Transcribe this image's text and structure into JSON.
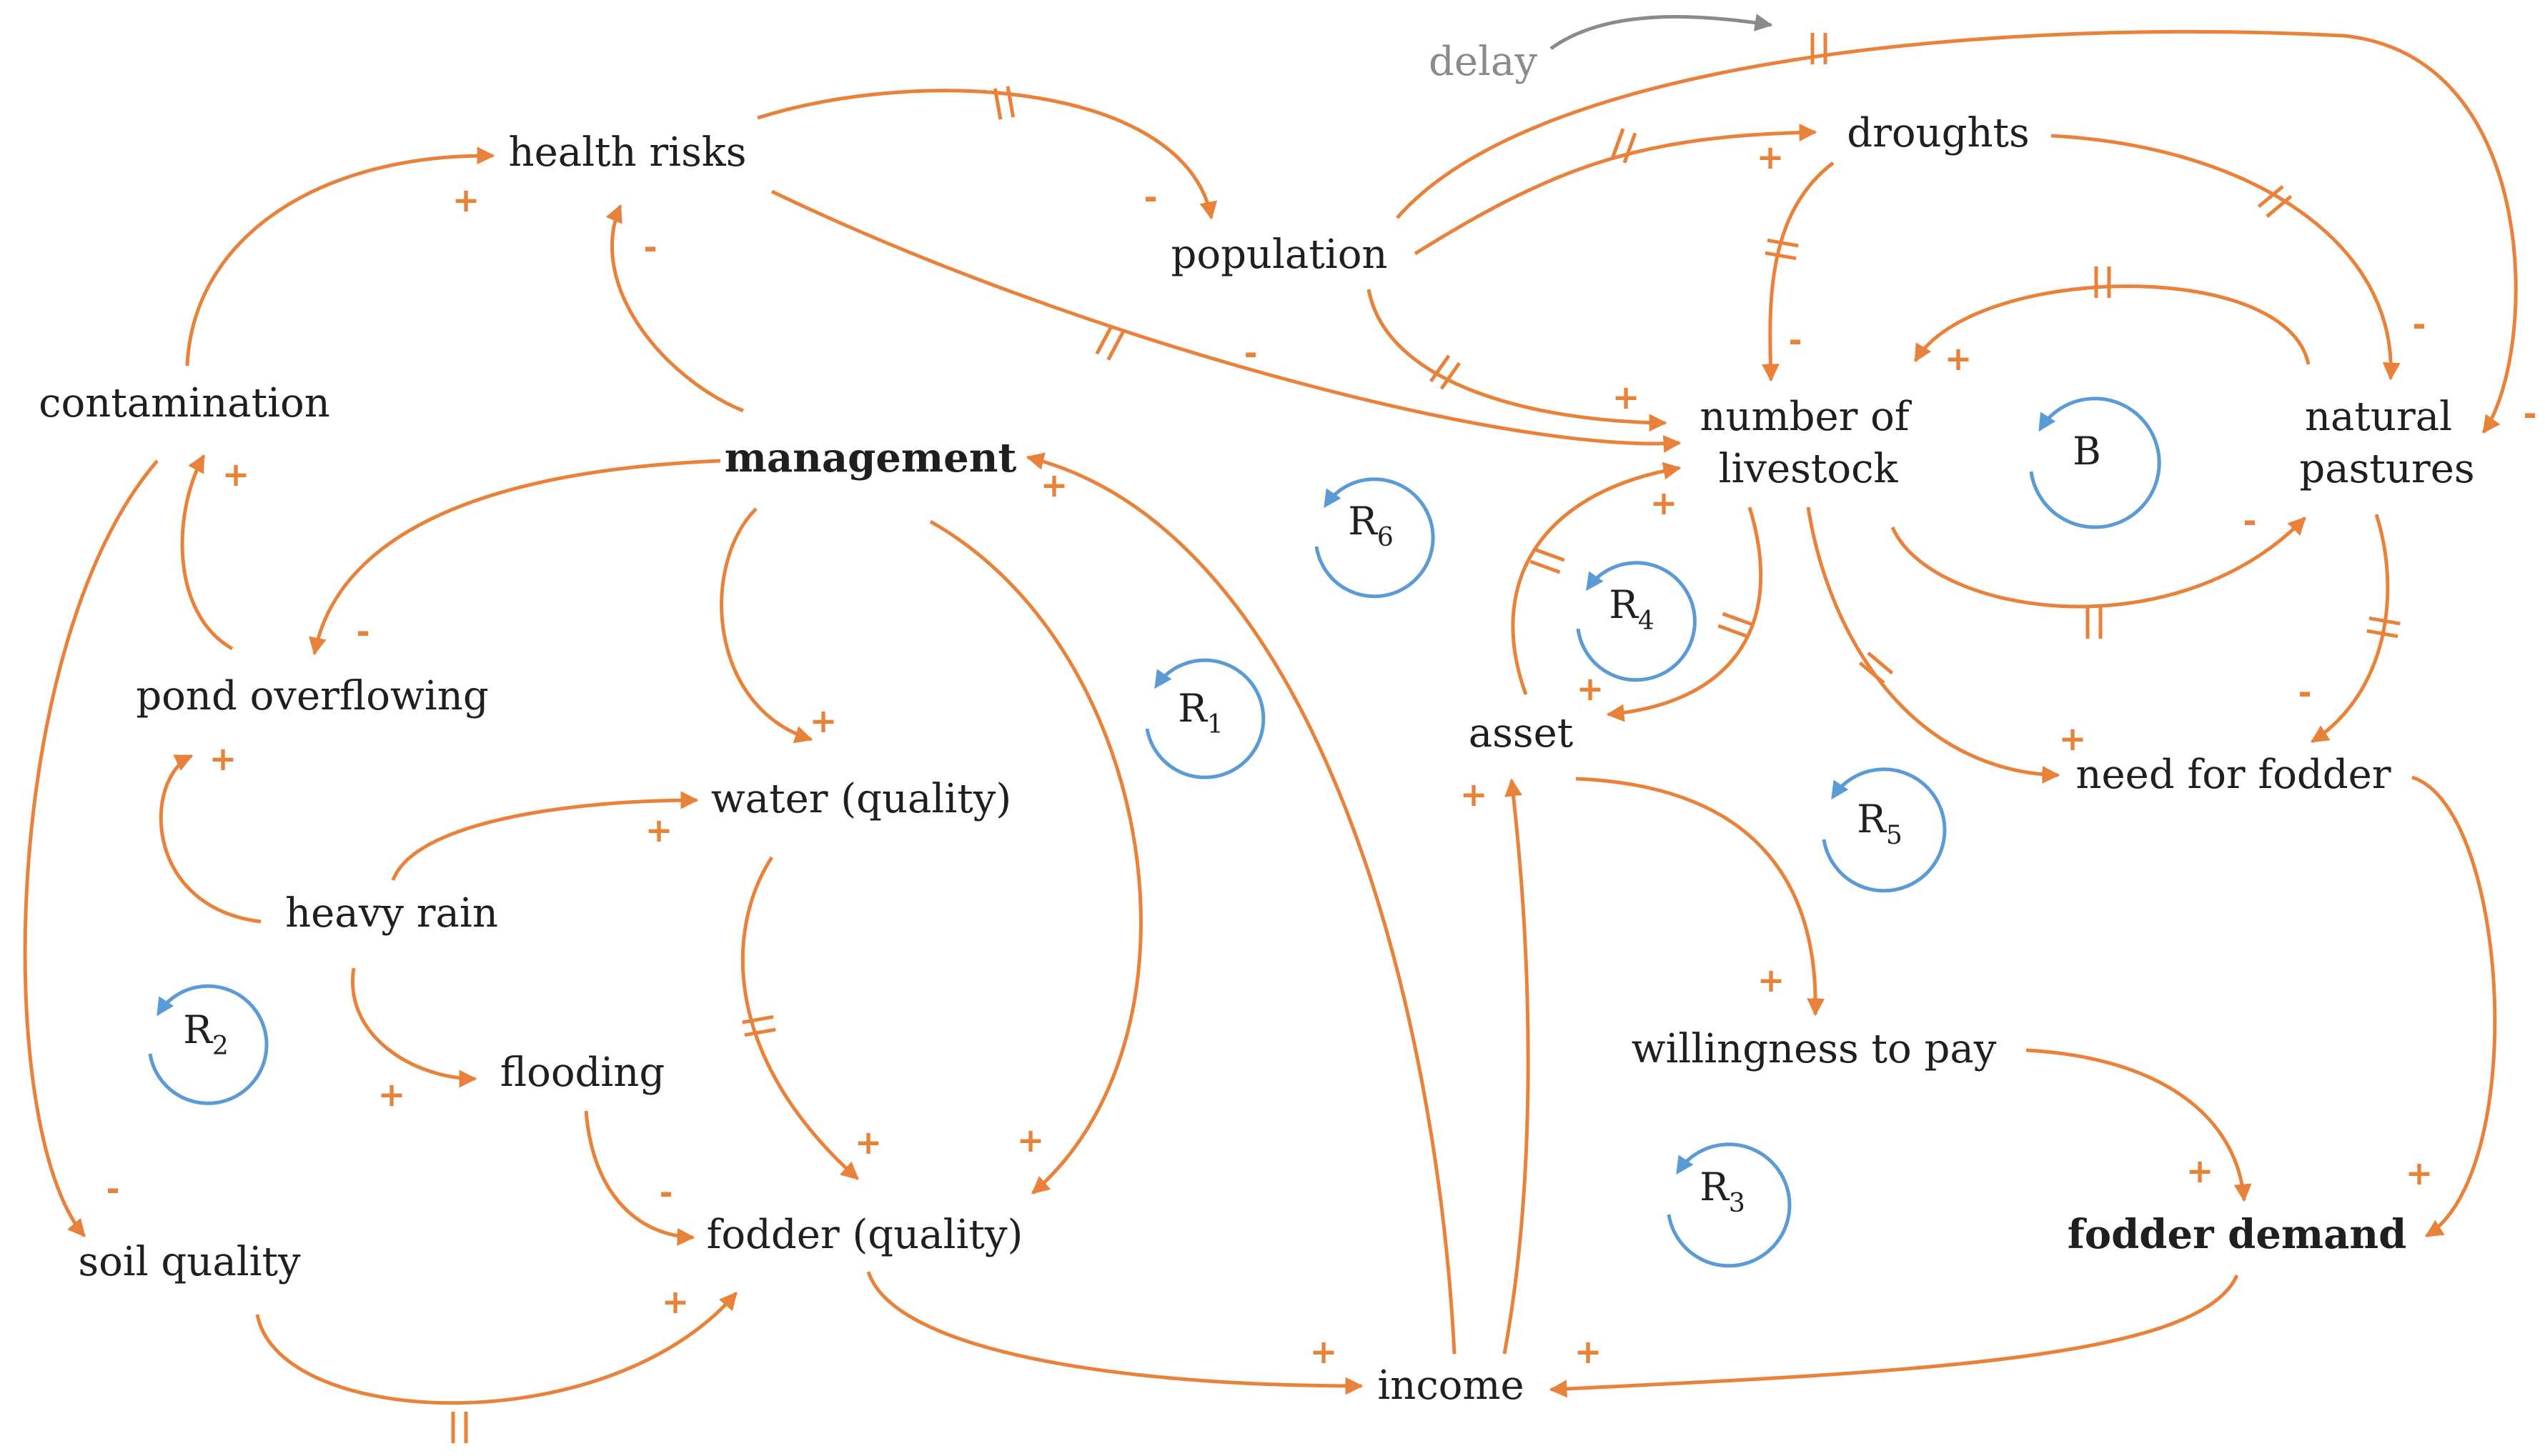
{
  "diagram": {
    "title": "",
    "colors": {
      "causal_link": "#e8823a",
      "loop_marker": "#5b9bd5",
      "delay_note": "#8a8a8a",
      "text": "#1f1f1f"
    },
    "nodes": {
      "delay": "delay",
      "health_risks": "health risks",
      "population": "population",
      "droughts": "droughts",
      "contamination": "contamination",
      "management": "management",
      "number_of_livestock_1": "number of",
      "number_of_livestock_2": "livestock",
      "natural_pastures_1": "natural",
      "natural_pastures_2": "pastures",
      "pond_overflowing": "pond overflowing",
      "water_quality": "water (quality)",
      "asset": "asset",
      "need_for_fodder": "need for fodder",
      "heavy_rain": "heavy rain",
      "flooding": "flooding",
      "willingness_to_pay": "willingness to  pay",
      "soil_quality": "soil quality",
      "fodder_quality": "fodder (quality)",
      "fodder_demand": "fodder demand",
      "income": "income"
    },
    "loops": [
      {
        "id": "R1",
        "letter": "R",
        "sub": "1"
      },
      {
        "id": "R2",
        "letter": "R",
        "sub": "2"
      },
      {
        "id": "R3",
        "letter": "R",
        "sub": "3"
      },
      {
        "id": "R4",
        "letter": "R",
        "sub": "4"
      },
      {
        "id": "R5",
        "letter": "R",
        "sub": "5"
      },
      {
        "id": "R6",
        "letter": "R",
        "sub": "6"
      },
      {
        "id": "B",
        "letter": "B",
        "sub": ""
      }
    ],
    "polarities": {
      "plus": "+",
      "minus": "-"
    }
  }
}
